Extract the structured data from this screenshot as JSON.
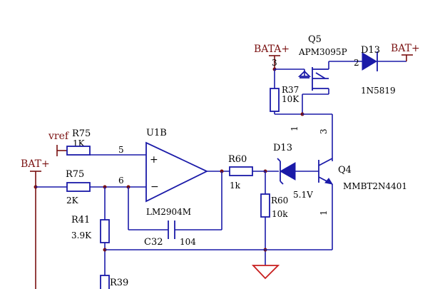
{
  "nets": {
    "bata_plus": "BATA+",
    "bat_plus_right": "BAT+",
    "bat_plus_left": "BAT+",
    "vref": "vref"
  },
  "q5": {
    "ref": "Q5",
    "part": "APM3095P",
    "pin3": "3",
    "pin2": "2",
    "pin1": "1"
  },
  "d13_top": {
    "ref": "D13",
    "part": "1N5819"
  },
  "r37": {
    "ref": "R37",
    "value": "10K"
  },
  "q4": {
    "ref": "Q4",
    "part": "MMBT2N4401",
    "pin3": "3",
    "pin1": "1"
  },
  "r75_top": {
    "ref": "R75",
    "value": "1K"
  },
  "r75_bot": {
    "ref": "R75",
    "value": "2K"
  },
  "u1b": {
    "ref": "U1B",
    "part": "LM2904M",
    "pin5": "5",
    "pin6": "6",
    "plus": "+",
    "minus": "−"
  },
  "r60_series": {
    "ref": "R60",
    "value": "1k"
  },
  "d13_zener": {
    "ref": "D13",
    "value": "5.1V"
  },
  "r60_shunt": {
    "ref": "R60",
    "value": "10k"
  },
  "r41": {
    "ref": "R41",
    "value": "3.9K"
  },
  "c32": {
    "ref": "C32",
    "value": "104"
  },
  "r39": {
    "ref": "R39"
  }
}
